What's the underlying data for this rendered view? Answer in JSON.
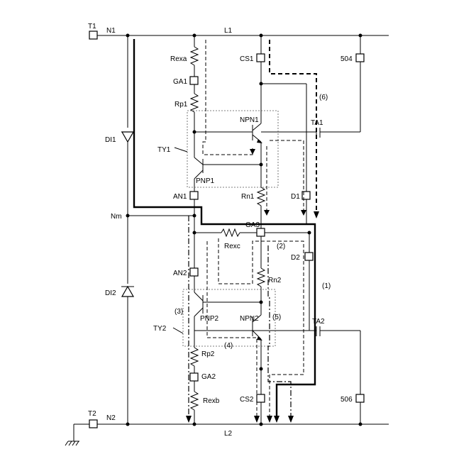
{
  "labels": {
    "T1": "T1",
    "N1": "N1",
    "L1": "L1",
    "T2": "T2",
    "N2": "N2",
    "L2": "L2",
    "Nm": "Nm",
    "DI1": "DI1",
    "DI2": "DI2",
    "Rexa": "Rexa",
    "GA1": "GA1",
    "Rp1": "Rp1",
    "CS1": "CS1",
    "504": "504",
    "NPN1": "NPN1",
    "TA1": "TA1",
    "TY1": "TY1",
    "PNP1": "PNP1",
    "AN1": "AN1",
    "Rn1": "Rn1",
    "D1": "D1",
    "GA3": "GA3",
    "Rexc": "Rexc",
    "AN2": "AN2",
    "Rn2": "Rn2",
    "D2": "D2",
    "PNP2": "PNP2",
    "NPN2": "NPN2",
    "TA2": "TA2",
    "TY2": "TY2",
    "Rp2": "Rp2",
    "GA2": "GA2",
    "Rexb": "Rexb",
    "CS2": "CS2",
    "506": "506",
    "p1": "(1)",
    "p2": "(2)",
    "p3": "(3)",
    "p4": "(4)",
    "p5": "(5)",
    "p6": "(6)"
  }
}
